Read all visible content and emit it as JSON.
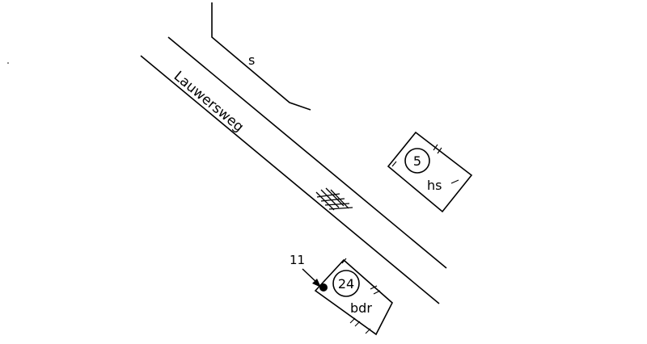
{
  "map": {
    "street_name": "Lauwersweg",
    "top_segment_label": "s",
    "parcels": [
      {
        "number": "5",
        "code": "hs"
      },
      {
        "number": "24",
        "code": "bdr"
      }
    ],
    "point_label": "11",
    "ink_color": "#000000",
    "background_color": "#ffffff"
  }
}
